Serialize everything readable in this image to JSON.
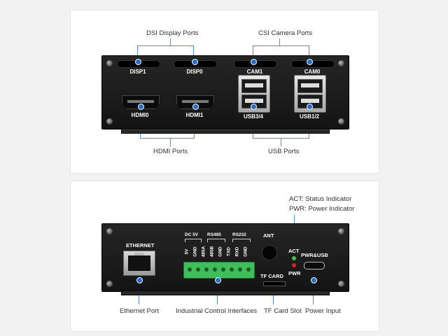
{
  "top_panel": {
    "callouts": {
      "dsi": "DSI Display Ports",
      "csi": "CSI Camera Ports",
      "hdmi": "HDMI Ports",
      "usb": "USB Ports"
    },
    "port_labels": {
      "disp1": "DISP1",
      "disp0": "DISP0",
      "cam1": "CAM1",
      "cam0": "CAM0",
      "hdmi0": "HDMI0",
      "hdmi1": "HDMI1",
      "usb34": "USB3/4",
      "usb12": "USB1/2"
    }
  },
  "bottom_panel": {
    "callouts": {
      "act_status": "ACT: Status Indicator",
      "pwr_indicator": "PWR: Power Indicator",
      "ethernet_port": "Ethernet Port",
      "industrial": "Industrial Control Interfaces",
      "tf_slot": "TF Card Slot",
      "power_input": "Power Input"
    },
    "port_labels": {
      "ethernet": "ETHERNET",
      "dc5v": "DC 5V",
      "rs485": "RS485",
      "rs232": "RS232",
      "ant": "ANT",
      "act": "ACT",
      "pwr": "PWR",
      "tf_card": "TF CARD",
      "pwr_usb": "PWR&USB"
    },
    "pins": [
      "5V",
      "GND",
      "485A",
      "485B",
      "GND",
      "TXD",
      "RXD",
      "GND"
    ]
  },
  "colors": {
    "callout_line": "#4a8fd6",
    "terminal_block": "#3fbf5a",
    "act_led": "#2ecc40",
    "pwr_led": "#e02020",
    "device_body": "#1c1c1c"
  }
}
